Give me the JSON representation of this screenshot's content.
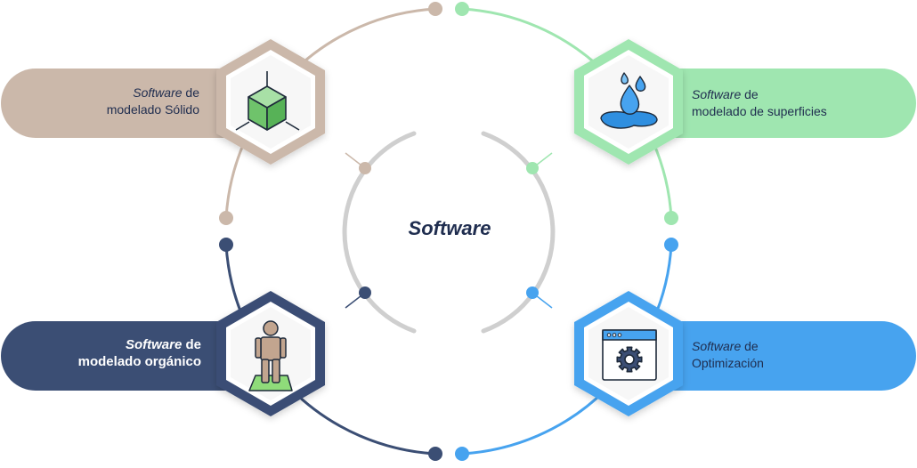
{
  "center": {
    "title": "Software"
  },
  "colors": {
    "solid": "#cbb8aa",
    "surfaces": "#9fe6b0",
    "organic": "#3b4e74",
    "optim": "#47a3ef",
    "inner_ring": "#cfcfcf"
  },
  "items": [
    {
      "id": "solid",
      "em": "Software",
      "rest": " de",
      "line2": "modelado Sólido",
      "icon": "cube-icon"
    },
    {
      "id": "surfaces",
      "em": "Software",
      "rest": " de",
      "line2": "modelado de superficies",
      "icon": "water-drop-icon"
    },
    {
      "id": "organic",
      "em": "Software",
      "rest": " de",
      "line2": "modelado orgánico",
      "icon": "human-figure-icon"
    },
    {
      "id": "optim",
      "em": "Software",
      "rest": " de",
      "line2": "Optimización",
      "icon": "settings-window-icon"
    }
  ]
}
